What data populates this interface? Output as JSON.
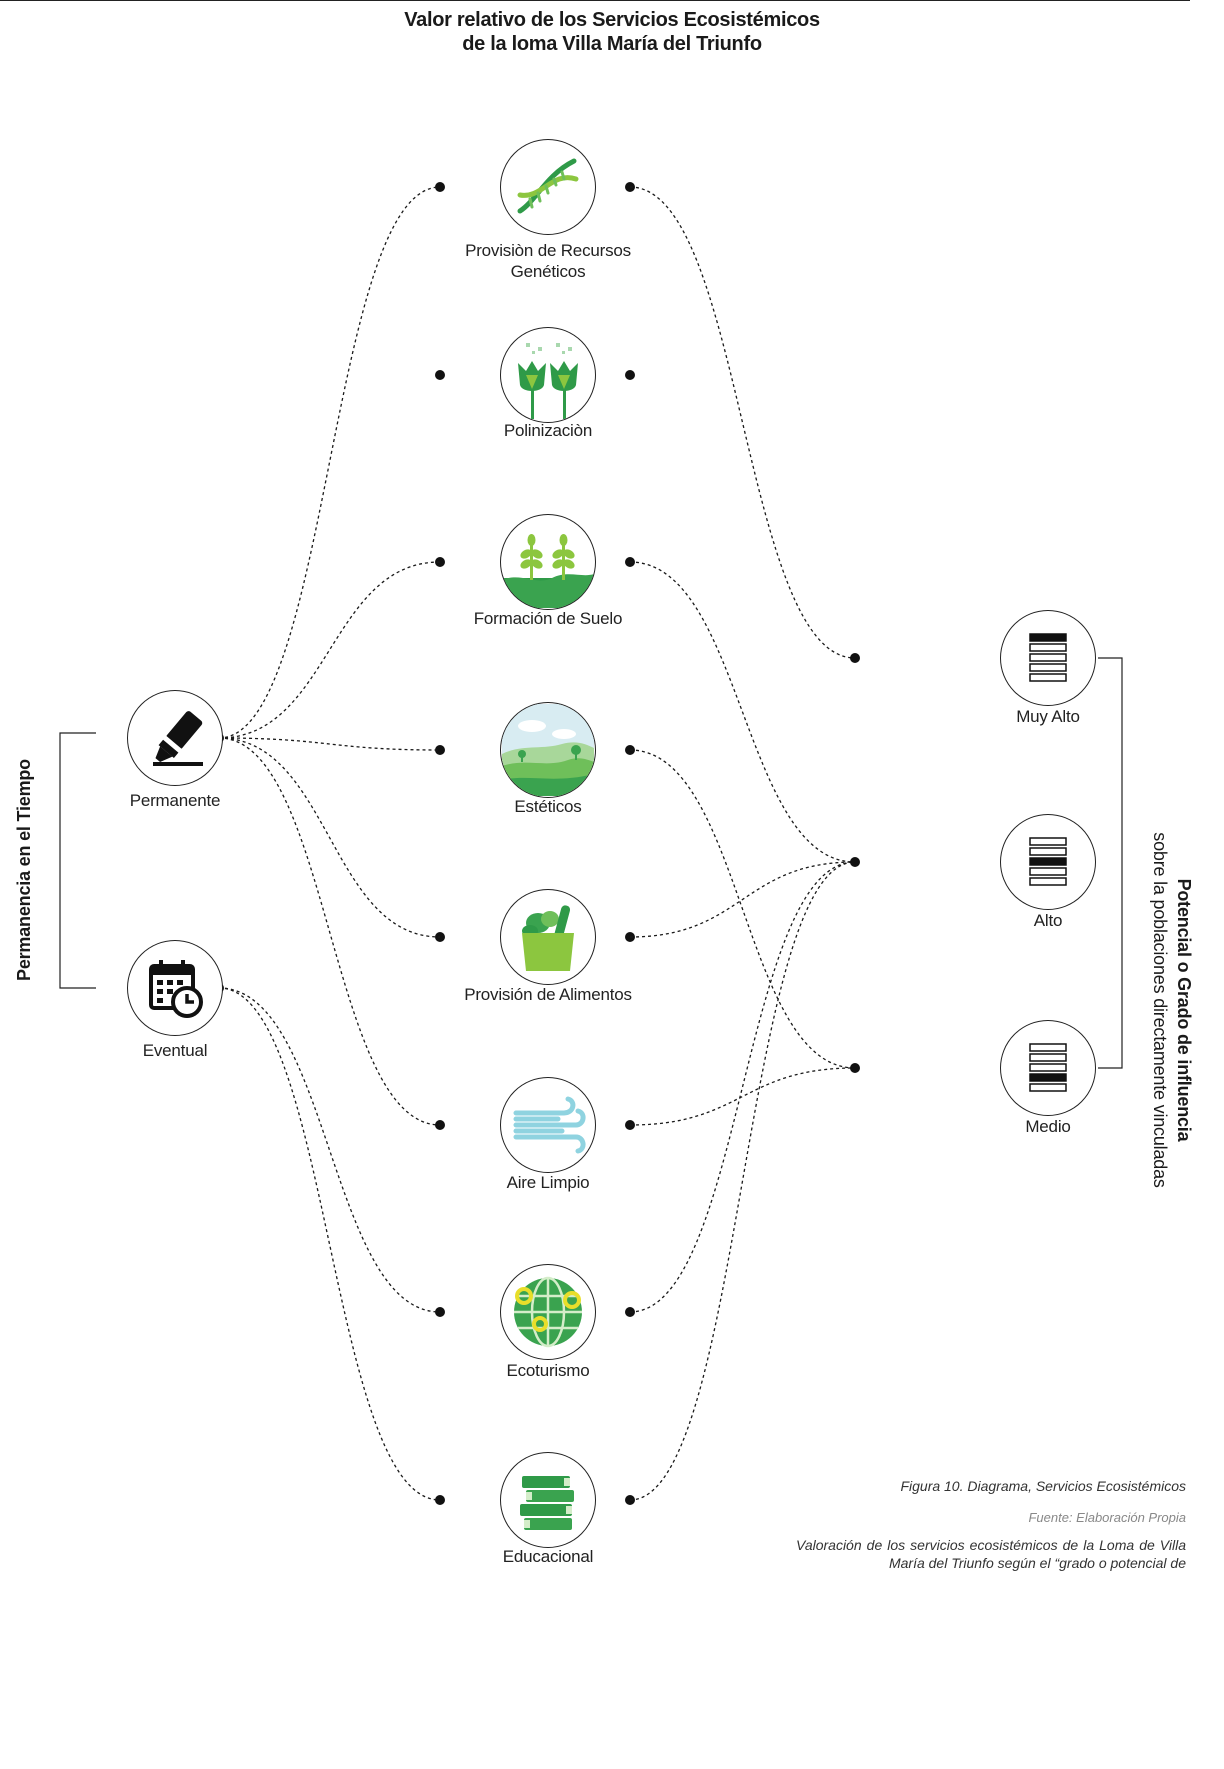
{
  "title": {
    "line1": "Valor relativo de los Servicios Ecosistémicos",
    "line2": "de la loma Villa María del Triunfo"
  },
  "left_axis": {
    "label": "Permanencia en el Tiempo",
    "nodes": [
      {
        "id": "permanente",
        "label": "Permanente",
        "icon": "highlighter-icon"
      },
      {
        "id": "eventual",
        "label": "Eventual",
        "icon": "calendar-clock-icon"
      }
    ]
  },
  "services": [
    {
      "id": "genetic",
      "label": "Provisiòn de Recursos Genéticos",
      "icon": "dna-icon",
      "from": null,
      "to": "muy-alto"
    },
    {
      "id": "pollination",
      "label": "Polinizaciòn",
      "icon": "tulip-icon",
      "from": null,
      "to": null
    },
    {
      "id": "soil",
      "label": "Formación de Suelo",
      "icon": "sprout-icon",
      "from": "permanente",
      "to": "alto"
    },
    {
      "id": "aesthetic",
      "label": "Estéticos",
      "icon": "landscape-icon",
      "from": "permanente",
      "to": "medio"
    },
    {
      "id": "food",
      "label": "Provisión de Alimentos",
      "icon": "grocery-bag-icon",
      "from": "permanente",
      "to": "alto"
    },
    {
      "id": "air",
      "label": "Aire Limpio",
      "icon": "wind-icon",
      "from": "permanente",
      "to": "medio"
    },
    {
      "id": "ecotourism",
      "label": "Ecoturismo",
      "icon": "globe-pin-icon",
      "from": "eventual",
      "to": "alto"
    },
    {
      "id": "education",
      "label": "Educacional",
      "icon": "books-icon",
      "from": "eventual",
      "to": "alto"
    }
  ],
  "right_axis": {
    "label_bold": "Potencial o Grado de influencia",
    "label_rest": "sobre la poblaciones directamente vinculadas",
    "levels": [
      {
        "id": "muy-alto",
        "label": "Muy Alto",
        "filled_bar": 1,
        "bars": 5
      },
      {
        "id": "alto",
        "label": "Alto",
        "filled_bar": 3,
        "bars": 5
      },
      {
        "id": "medio",
        "label": "Medio",
        "filled_bar": 4,
        "bars": 5
      }
    ]
  },
  "caption": {
    "figure": "Figura 10.  Diagrama, Servicios Ecosistémicos",
    "source": "Fuente: Elaboración Propia",
    "description": "Valoración de los servicios ecosistémicos de la Loma de Villa María del Triunfo según el “grado o potencial de"
  },
  "colors": {
    "green_dark": "#2f9a48",
    "green_mid": "#4caf50",
    "green_light": "#8cc63f",
    "sky": "#d8ecf2",
    "air_blue": "#8fd3e0",
    "yellow": "#e8de2a",
    "line": "#1a1a1a"
  }
}
